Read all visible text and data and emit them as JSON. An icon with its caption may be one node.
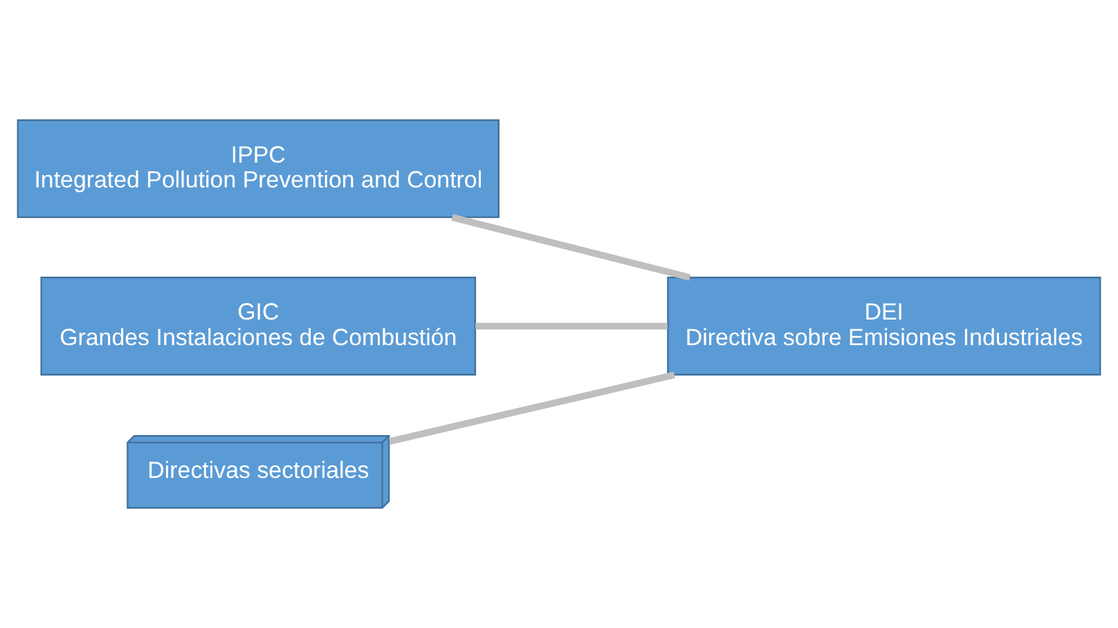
{
  "diagram": {
    "nodes": [
      {
        "text": [
          "IPPC",
          "Integrated Pollution Prevention and Control"
        ]
      },
      {
        "text": [
          "GIC",
          "Grandes Instalaciones de Combustión"
        ]
      },
      {
        "text": [
          "Directivas sectoriales"
        ]
      },
      {
        "text": [
          "DEI",
          "Directiva sobre Emisiones Industriales"
        ]
      }
    ],
    "edges": [
      {
        "from": 0,
        "to": 3,
        "arrow": "none"
      },
      {
        "from": 1,
        "to": 3,
        "arrow": "none"
      },
      {
        "from": 2,
        "to": 3,
        "arrow": "none"
      }
    ]
  }
}
